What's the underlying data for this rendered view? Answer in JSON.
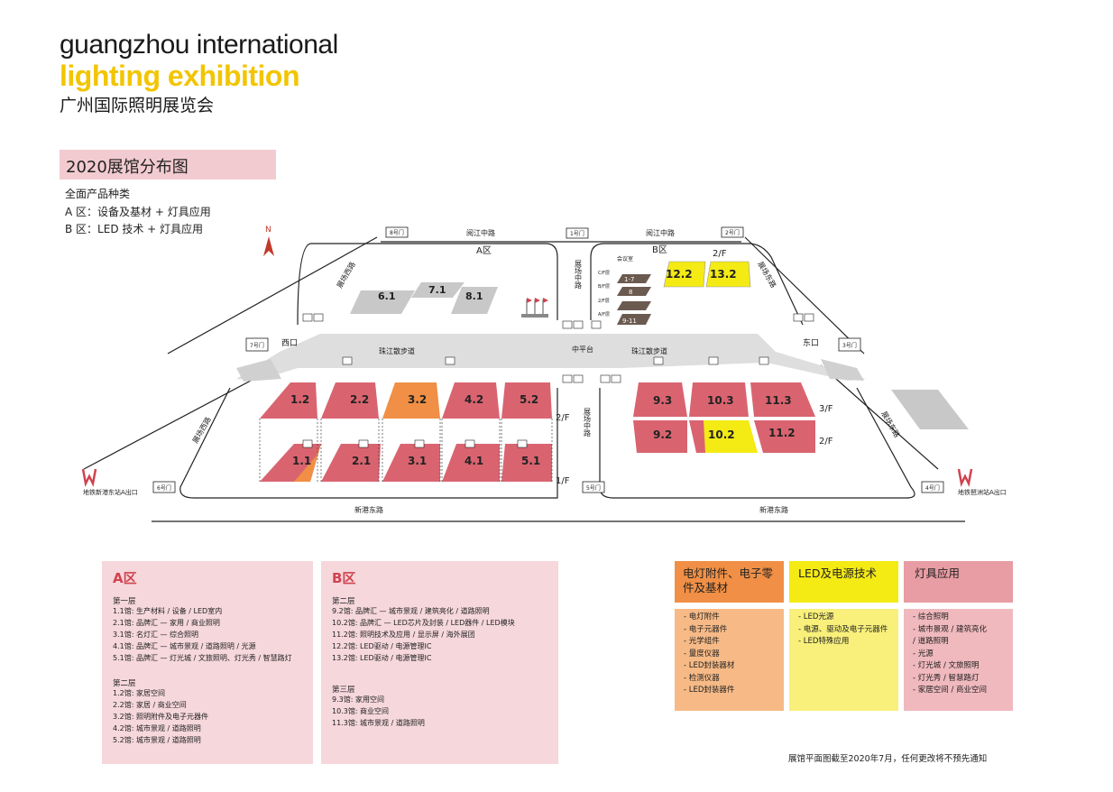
{
  "brand": {
    "line1": "guangzhou international",
    "line2": "lighting exhibition",
    "line3": "广州国际照明展览会"
  },
  "map_title": "2020展馆分布图",
  "categories": {
    "heading": "全面产品种类",
    "zone_a": "A 区：设备及基材 + 灯具应用",
    "zone_b": "B 区：LED 技术 + 灯具应用"
  },
  "compass": "N",
  "gates": {
    "g1": "1号门",
    "g2": "2号门",
    "g3": "3号门",
    "g4": "4号门",
    "g5": "5号门",
    "g6": "6号门",
    "g7": "7号门",
    "g8": "8号门"
  },
  "roads": {
    "yuejiang_left": "阅江中路",
    "yuejiang_right": "阅江中路",
    "xingang_left": "新港东路",
    "xingang_right": "新港东路",
    "zhanchang_top": "展场中路",
    "zhanchang_bottom": "展场中路",
    "zhanchang_east": "展场东路",
    "zhanchang_west": "展场西路",
    "promenade_left": "珠江散步道",
    "promenade_right": "珠江散步道",
    "middle_platform": "中平台",
    "west_entrance": "西口",
    "east_entrance": "东口"
  },
  "zones": {
    "a": "A区",
    "b": "B区"
  },
  "meeting": {
    "title": "会议室",
    "floors": [
      "C/F层",
      "B/F层",
      "2/F层",
      "A/F层"
    ],
    "rooms": [
      "1-7",
      "8",
      "",
      "9-11"
    ]
  },
  "floors": {
    "f1": "1/F",
    "f2": "2/F",
    "f2b": "2/F",
    "f3": "3/F",
    "f2c": "2/F"
  },
  "halls": {
    "h61": "6.1",
    "h71": "7.1",
    "h81": "8.1",
    "h122": "12.2",
    "h132": "13.2",
    "h12": "1.2",
    "h22": "2.2",
    "h32": "3.2",
    "h42": "4.2",
    "h52": "5.2",
    "h11": "1.1",
    "h21": "2.1",
    "h31": "3.1",
    "h41": "4.1",
    "h51": "5.1",
    "h93": "9.3",
    "h103": "10.3",
    "h113": "11.3",
    "h92": "9.2",
    "h102": "10.2",
    "h112": "11.2"
  },
  "metro": {
    "left": "地铁新港东站A出口",
    "right": "地铁琶洲站A出口"
  },
  "panel_a": {
    "title": "A区",
    "floor1": "第一层",
    "floor1_rows": [
      "1.1馆: 生产材料 / 设备 / LED室内",
      "2.1馆: 品牌汇 — 家用 / 商业照明",
      "3.1馆: 名灯汇 — 综合照明",
      "4.1馆: 品牌汇 — 城市景观 / 道路照明 / 光源",
      "5.1馆: 品牌汇 — 灯光城 / 文旅照明、灯光秀 / 智慧路灯"
    ],
    "floor2": "第二层",
    "floor2_rows": [
      "1.2馆: 家居空间",
      "2.2馆: 家居 / 商业空间",
      "3.2馆: 照明附件及电子元器件",
      "4.2馆: 城市景观 / 道路照明",
      "5.2馆: 城市景观 / 道路照明"
    ]
  },
  "panel_b": {
    "title": "B区",
    "floor2": "第二层",
    "floor2_rows": [
      "9.2馆: 品牌汇 — 城市景观 / 建筑亮化 / 道路照明",
      "10.2馆: 品牌汇 — LED芯片及封装 / LED器件 / LED模块",
      "11.2馆: 照明技术及应用 / 显示屏 / 海外展团",
      "12.2馆: LED驱动 / 电源管理IC",
      "13.2馆: LED驱动 / 电源管理IC"
    ],
    "floor3": "第三层",
    "floor3_rows": [
      "9.3馆: 家用空间",
      "10.3馆: 商业空间",
      "11.3馆: 城市景观 / 道路照明"
    ]
  },
  "legend": [
    {
      "title": "电灯附件、电子零件及基材",
      "items": [
        "- 电灯附件",
        "- 电子元器件",
        "- 光学组件",
        "- 量度仪器",
        "- LED封装器材",
        "- 检测仪器",
        "- LED封装器件"
      ]
    },
    {
      "title": "LED及电源技术",
      "items": [
        "- LED光源",
        "- 电源、驱动及电子元器件",
        "- LED特殊应用"
      ]
    },
    {
      "title": "灯具应用",
      "items": [
        "- 综合照明",
        "- 城市景观 / 建筑亮化",
        "  / 道路照明",
        "- 光源",
        "- 灯光城 / 文旅照明",
        "- 灯光秀 / 智慧路灯",
        "- 家居空间 / 商业空间"
      ]
    }
  ],
  "colors": {
    "lighting": "#d96470",
    "accessories": "#f08f45",
    "led": "#f4ea14",
    "grey": "#c8c8c8",
    "brand_yellow": "#f2c500",
    "panel_pink": "#f5d7dc"
  },
  "footnote": "展馆平面图截至2020年7月，任何更改将不预先通知"
}
